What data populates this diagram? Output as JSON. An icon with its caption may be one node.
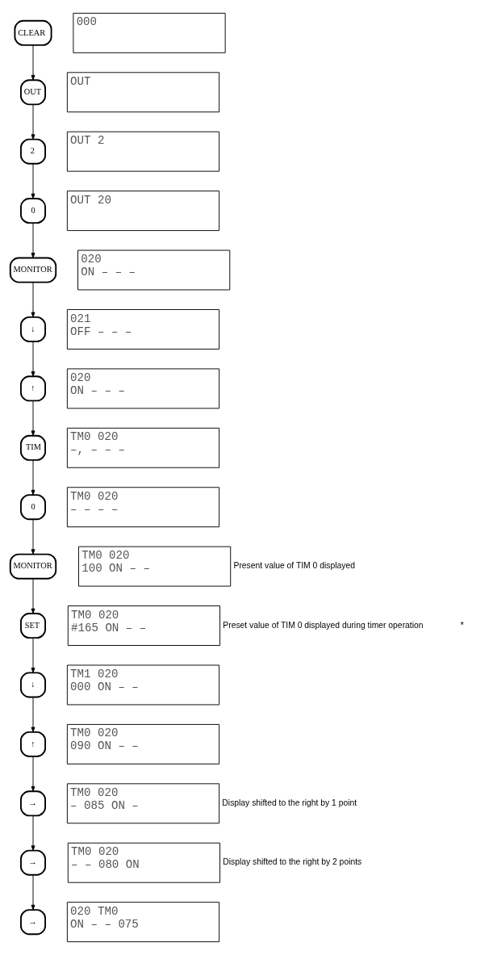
{
  "diagram": {
    "nodes": [
      {
        "text": [
          "CLEAR"
        ]
      },
      {
        "text": [
          "000"
        ]
      },
      {
        "text": [
          "OUT"
        ]
      },
      {
        "text": [
          "OUT"
        ]
      },
      {
        "text": [
          "2"
        ]
      },
      {
        "text": [
          "OUT 2"
        ]
      },
      {
        "text": [
          "0"
        ]
      },
      {
        "text": [
          "OUT 20"
        ]
      },
      {
        "text": [
          "MONITOR"
        ]
      },
      {
        "text": [
          "020",
          "ON – – –"
        ]
      },
      {
        "text": [
          "↓"
        ]
      },
      {
        "text": [
          "021",
          "OFF – – –"
        ]
      },
      {
        "text": [
          "↑"
        ]
      },
      {
        "text": [
          "020",
          "ON – – –"
        ]
      },
      {
        "text": [
          "TIM"
        ]
      },
      {
        "text": [
          "TM0 020",
          "–, – – –"
        ]
      },
      {
        "text": [
          "0"
        ]
      },
      {
        "text": [
          "TM0 020",
          "– – – –"
        ]
      },
      {
        "text": [
          "MONITOR"
        ]
      },
      {
        "text": [
          "TM0 020",
          "100 ON – –"
        ],
        "beside": [
          "Present value of TIM 0 displayed"
        ]
      },
      {
        "text": [
          "SET"
        ]
      },
      {
        "text": [
          "TM0 020",
          "#165 ON – –"
        ],
        "beside": [
          "Preset value of TIM 0 displayed during timer operation"
        ]
      },
      {
        "text": [
          "↓"
        ]
      },
      {
        "text": [
          "TM1 020",
          "000 ON – –"
        ]
      },
      {
        "text": [
          "↑"
        ]
      },
      {
        "text": [
          "TM0 020",
          "090 ON – –"
        ]
      },
      {
        "text": [
          "→"
        ]
      },
      {
        "text": [
          "TM0 020",
          "– 085 ON –"
        ],
        "beside": [
          "Display shifted to the right by 1 point"
        ]
      },
      {
        "text": [
          "→"
        ]
      },
      {
        "text": [
          "TM0 020",
          "– – 080 ON"
        ],
        "beside": [
          "Display shifted to the right by 2 points"
        ]
      },
      {
        "text": [
          "→"
        ]
      },
      {
        "text": [
          "020 TM0",
          "ON – – 075"
        ]
      }
    ],
    "edges": [
      {
        "from": 0,
        "to": 2,
        "arrow": "to"
      },
      {
        "from": 2,
        "to": 4,
        "arrow": "to"
      },
      {
        "from": 4,
        "to": 6,
        "arrow": "to"
      },
      {
        "from": 6,
        "to": 8,
        "arrow": "to"
      },
      {
        "from": 8,
        "to": 10,
        "arrow": "to"
      },
      {
        "from": 10,
        "to": 12,
        "arrow": "to"
      },
      {
        "from": 12,
        "to": 14,
        "arrow": "to"
      },
      {
        "from": 14,
        "to": 16,
        "arrow": "to"
      },
      {
        "from": 16,
        "to": 18,
        "arrow": "to"
      },
      {
        "from": 18,
        "to": 20,
        "arrow": "to"
      },
      {
        "from": 20,
        "to": 22,
        "arrow": "to"
      },
      {
        "from": 22,
        "to": 24,
        "arrow": "to"
      },
      {
        "from": 24,
        "to": 26,
        "arrow": "to"
      },
      {
        "from": 26,
        "to": 28,
        "arrow": "to"
      },
      {
        "from": 28,
        "to": 30,
        "arrow": "to"
      }
    ],
    "labels": [
      "*"
    ]
  }
}
